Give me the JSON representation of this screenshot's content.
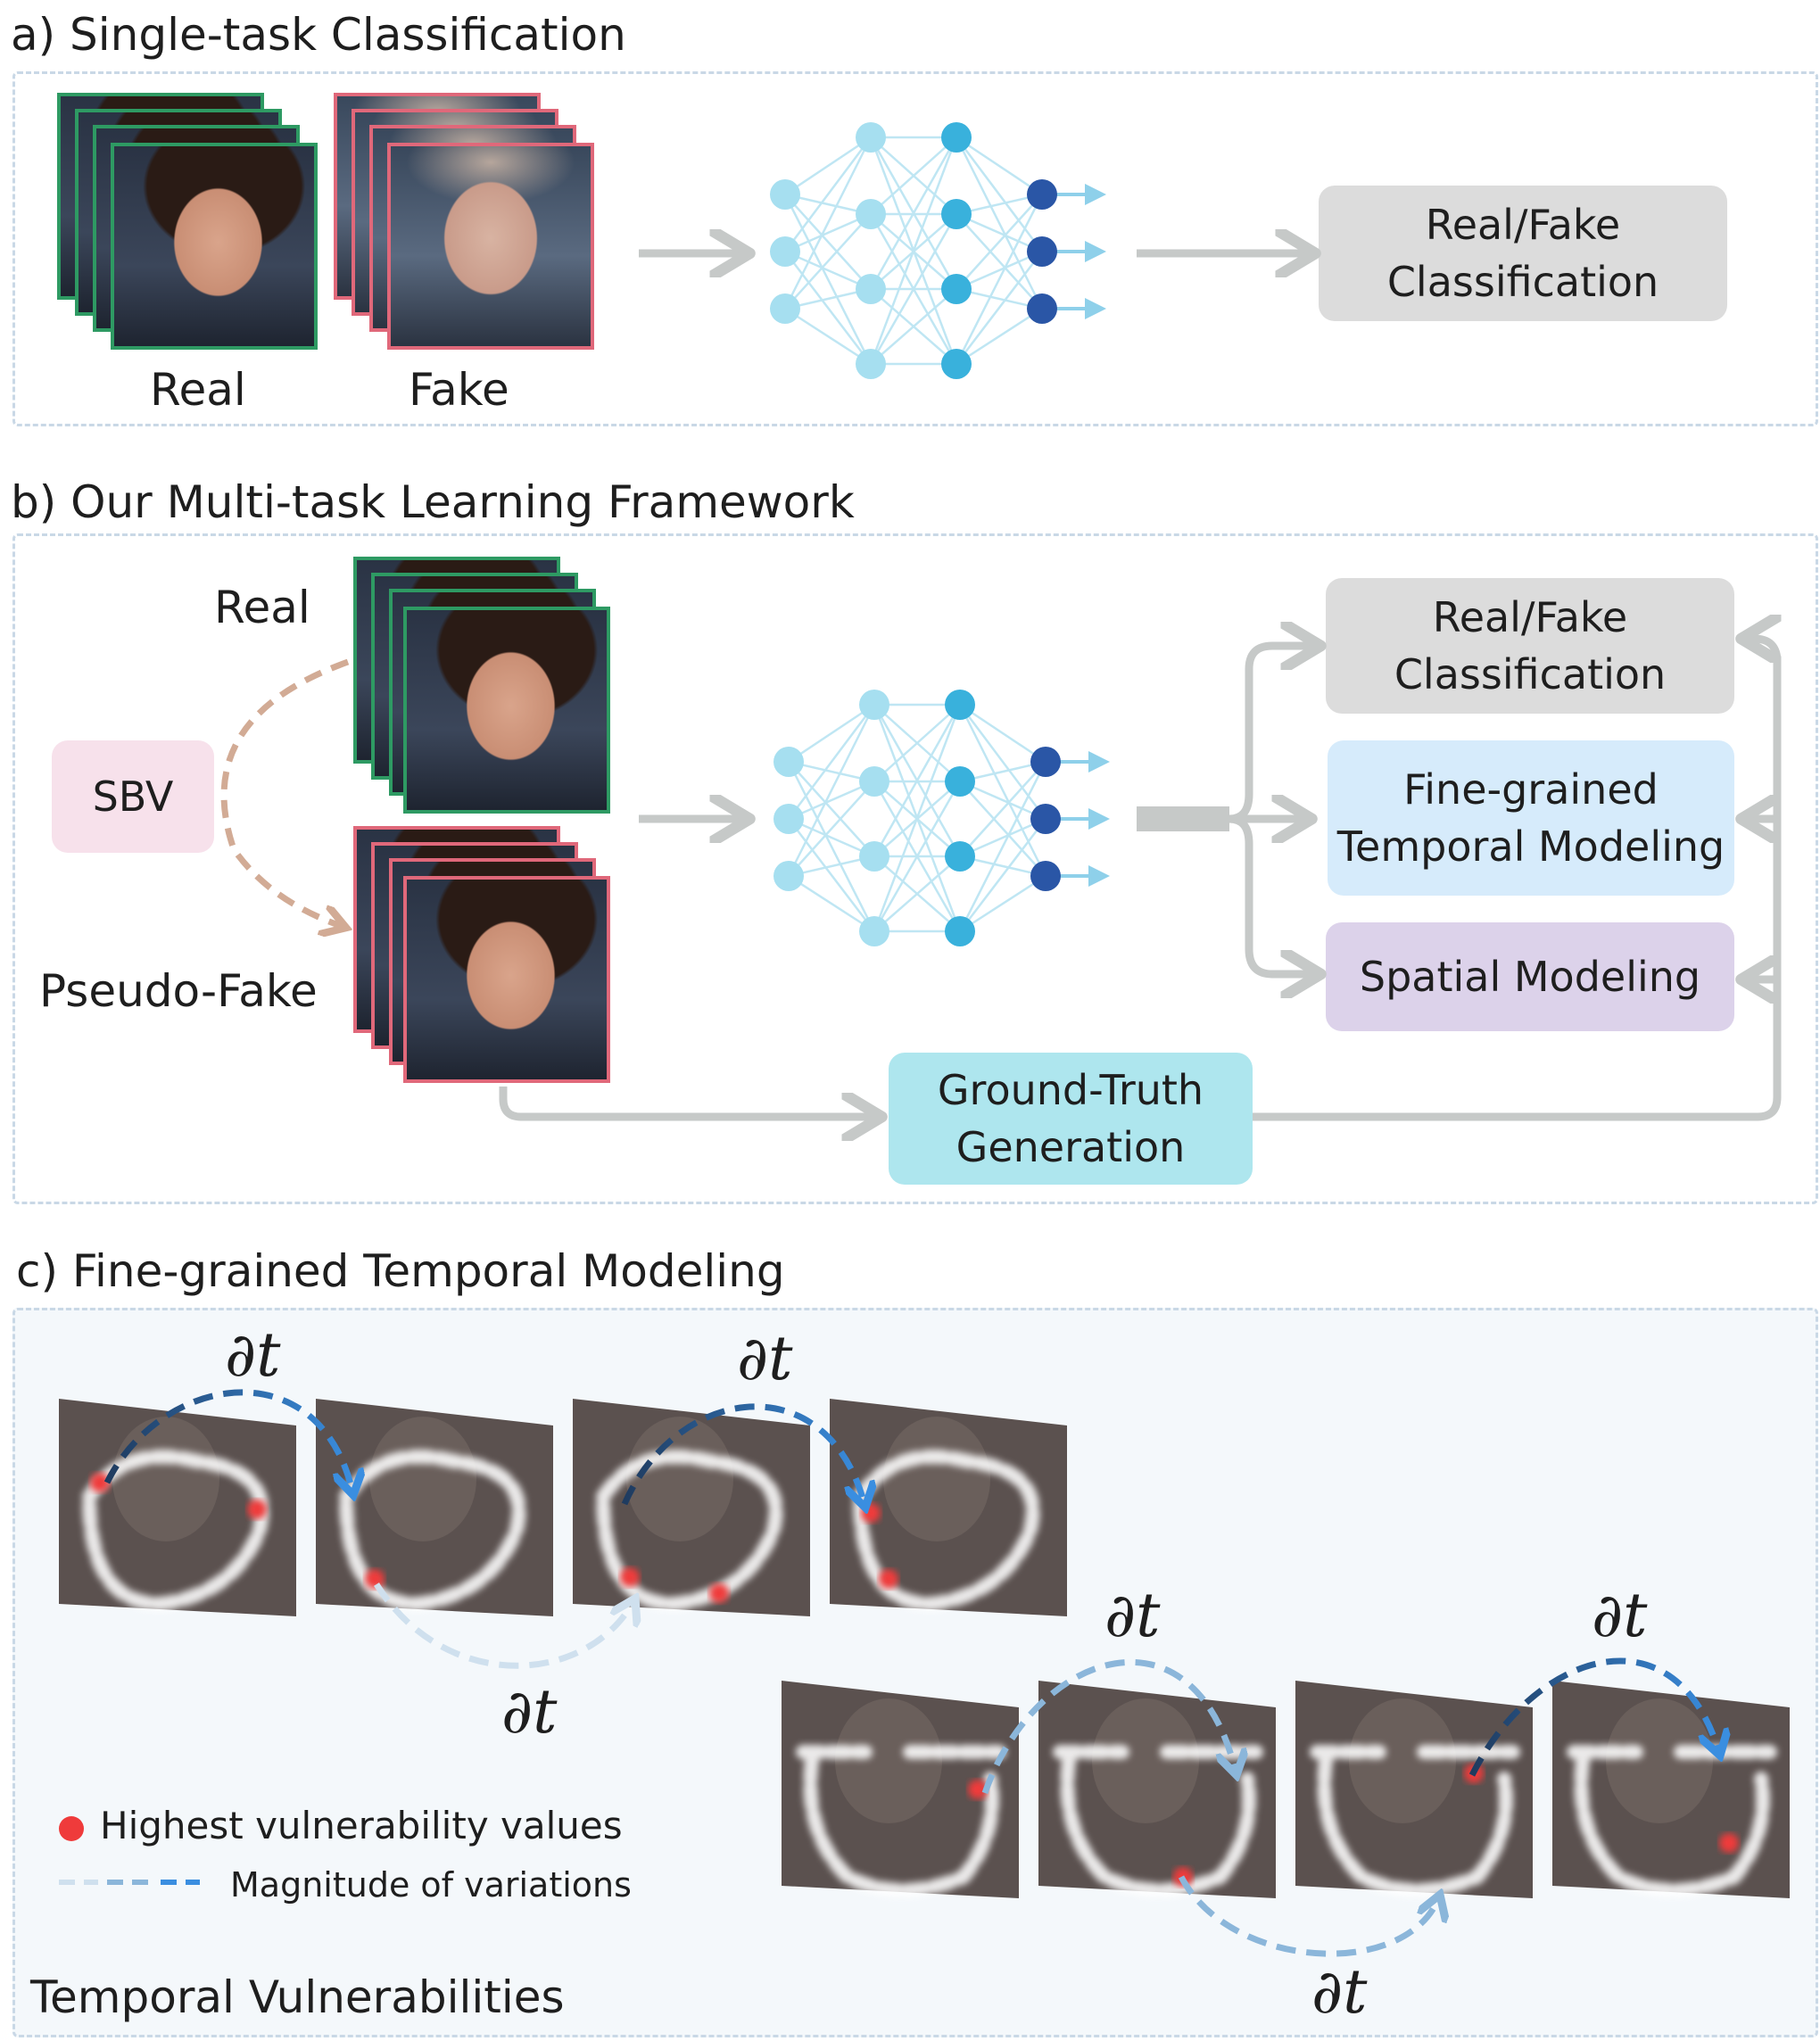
{
  "section_a": {
    "title": "a) Single-task Classification",
    "real_label": "Real",
    "fake_label": "Fake",
    "output_box": [
      "Real/Fake",
      "Classification"
    ]
  },
  "section_b": {
    "title": "b) Our Multi-task Learning Framework",
    "real_label": "Real",
    "pseudo_fake_label": "Pseudo-Fake",
    "sbv_label": "SBV",
    "outputs": {
      "classification": [
        "Real/Fake",
        "Classification"
      ],
      "temporal": [
        "Fine-grained",
        "Temporal Modeling"
      ],
      "spatial": [
        "Spatial Modeling"
      ]
    },
    "ground_truth": [
      "Ground-Truth",
      "Generation"
    ]
  },
  "section_c": {
    "title": "c) Fine-grained Temporal Modeling",
    "derivative_label": "∂t",
    "legend": {
      "highest": "Highest vulnerability values",
      "magnitude": "Magnitude of variations"
    },
    "caption": "Temporal Vulnerabilities"
  },
  "colors": {
    "real_border": "#2e9a63",
    "fake_border": "#e0687a",
    "classification_box": "#dcdcdc",
    "temporal_box": "#d6ebfb",
    "spatial_box": "#dcd2ea",
    "sbv_box": "#f7e1eb",
    "ground_truth_box": "#aee6ee",
    "connector": "#c6c9c8",
    "vulnerability_dot": "#ef3b3b",
    "variation_dark": "#1f3b5f",
    "variation_mid": "#3a8ee0",
    "variation_light": "#cfe0ee",
    "node_light": "#a6dff0",
    "node_mid": "#39b1dc",
    "node_dark": "#2a56a6"
  }
}
